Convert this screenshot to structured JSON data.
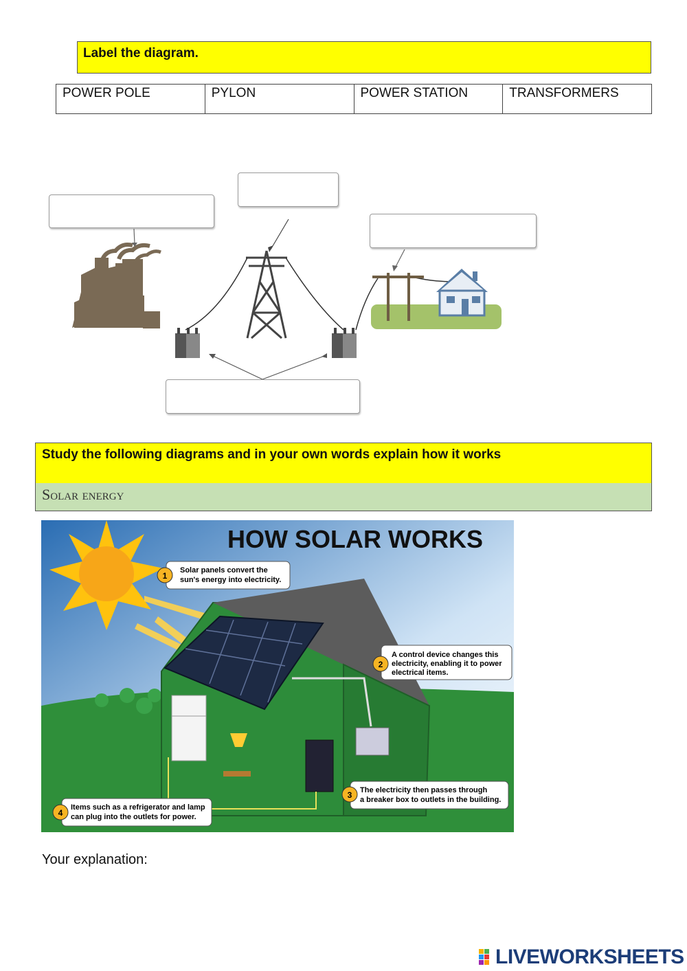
{
  "section1": {
    "instruction": "Label the diagram.",
    "word_bank": [
      "POWER POLE",
      "PYLON",
      "POWER STATION",
      "TRANSFORMERS"
    ]
  },
  "diagram": {
    "answer_boxes": [
      "",
      "",
      "",
      ""
    ]
  },
  "section2": {
    "instruction": "Study the following diagrams and in your own words explain how it works",
    "subtitle": "Solar energy"
  },
  "solar_image": {
    "title": "HOW SOLAR WORKS",
    "steps": [
      {
        "num": "1",
        "line1": "Solar panels convert the",
        "line2": "sun's energy into electricity."
      },
      {
        "num": "2",
        "line1": "A control device changes this",
        "line2": "electricity, enabling it to power",
        "line3": "electrical items."
      },
      {
        "num": "3",
        "line1": "The electricity then passes through",
        "line2": "a breaker box to outlets in the building."
      },
      {
        "num": "4",
        "line1": "Items such as a refrigerator and lamp",
        "line2": "can plug into the outlets for power."
      }
    ]
  },
  "explanation_label": "Your explanation:",
  "branding": {
    "name": "LIVEWORKSHEETS"
  },
  "colors": {
    "highlight": "#ffff00",
    "subtitle_bg": "#c6e0b4",
    "brand": "#1c3d78"
  }
}
